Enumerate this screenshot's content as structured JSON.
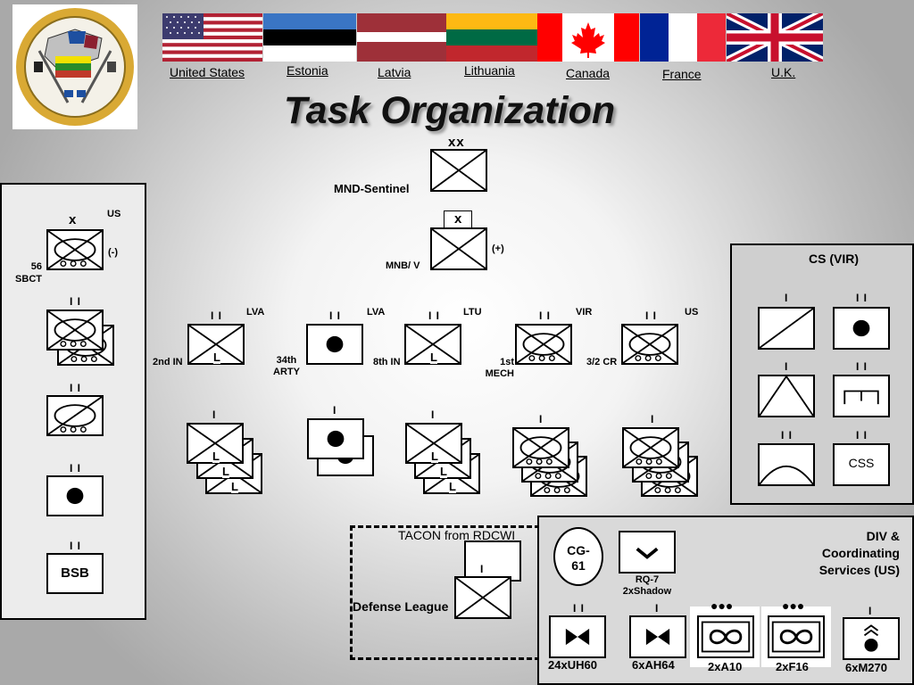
{
  "header": {
    "title": "Task Organization",
    "flags": [
      {
        "country": "United States",
        "icon": "us-flag-icon"
      },
      {
        "country": "Estonia",
        "icon": "estonia-flag-icon"
      },
      {
        "country": "Latvia",
        "icon": "latvia-flag-icon"
      },
      {
        "country": "Lithuania",
        "icon": "lithuania-flag-icon"
      },
      {
        "country": "Canada",
        "icon": "canada-flag-icon"
      },
      {
        "country": "France",
        "icon": "france-flag-icon"
      },
      {
        "country": "U.K.",
        "icon": "uk-flag-icon"
      }
    ],
    "emblem_icon": "saber-strike-emblem-icon"
  },
  "hq": {
    "division_label": "MND-Sentinel",
    "division_echelon": "xx",
    "brigade_label": "MNB/ V",
    "brigade_echelon": "x",
    "brigade_modifier": "(+)"
  },
  "battalions": [
    {
      "name": "2nd IN",
      "nation": "LVA",
      "echelon": "I I",
      "type": "infantry-light",
      "inner": "L",
      "company_echelon": "I"
    },
    {
      "name": "34th\nARTY",
      "nation": "LVA",
      "echelon": "I I",
      "type": "artillery",
      "company_echelon": "I"
    },
    {
      "name": "8th IN",
      "nation": "LTU",
      "echelon": "I I",
      "type": "infantry-light",
      "inner": "L",
      "company_echelon": "I"
    },
    {
      "name": "1st\nMECH",
      "nation": "VIR",
      "echelon": "I I",
      "type": "mechanized",
      "company_echelon": "I"
    },
    {
      "name": "3/2 CR",
      "nation": "US",
      "echelon": "I I",
      "type": "mechanized",
      "company_echelon": "I"
    }
  ],
  "sbct": {
    "name": "56\nSBCT",
    "nation": "US",
    "echelon": "x",
    "modifier": "(-)",
    "subunits": [
      {
        "echelon": "I I",
        "type": "stryker-stack"
      },
      {
        "echelon": "I I",
        "type": "stryker-cav"
      },
      {
        "echelon": "I I",
        "type": "artillery"
      },
      {
        "echelon": "I I",
        "type": "text",
        "label": "BSB"
      }
    ]
  },
  "cs": {
    "title": "CS (VIR)",
    "units": [
      {
        "echelon": "I",
        "type": "armor-recon"
      },
      {
        "echelon": "I I",
        "type": "artillery"
      },
      {
        "echelon": "I",
        "type": "air-defense"
      },
      {
        "echelon": "I I",
        "type": "engineer"
      },
      {
        "echelon": "I I",
        "type": "signal"
      },
      {
        "echelon": "I I",
        "type": "text",
        "label": "CSS"
      }
    ]
  },
  "tacon": {
    "label": "TACON from RDCWI",
    "unit_label": "Defense League",
    "echelon": "I"
  },
  "div": {
    "title": "DIV &\nCoordinating\nServices (US)",
    "cg_label": "CG-\n61",
    "uav_label": "RQ-7\n2xShadow",
    "assets": [
      {
        "label": "24xUH60",
        "echelon": "I I"
      },
      {
        "label": "6xAH64",
        "echelon": "I"
      },
      {
        "label": "2xA10",
        "echelon": "●●●"
      },
      {
        "label": "2xF16",
        "echelon": "●●●"
      },
      {
        "label": "6xM270",
        "echelon": "I"
      }
    ]
  }
}
